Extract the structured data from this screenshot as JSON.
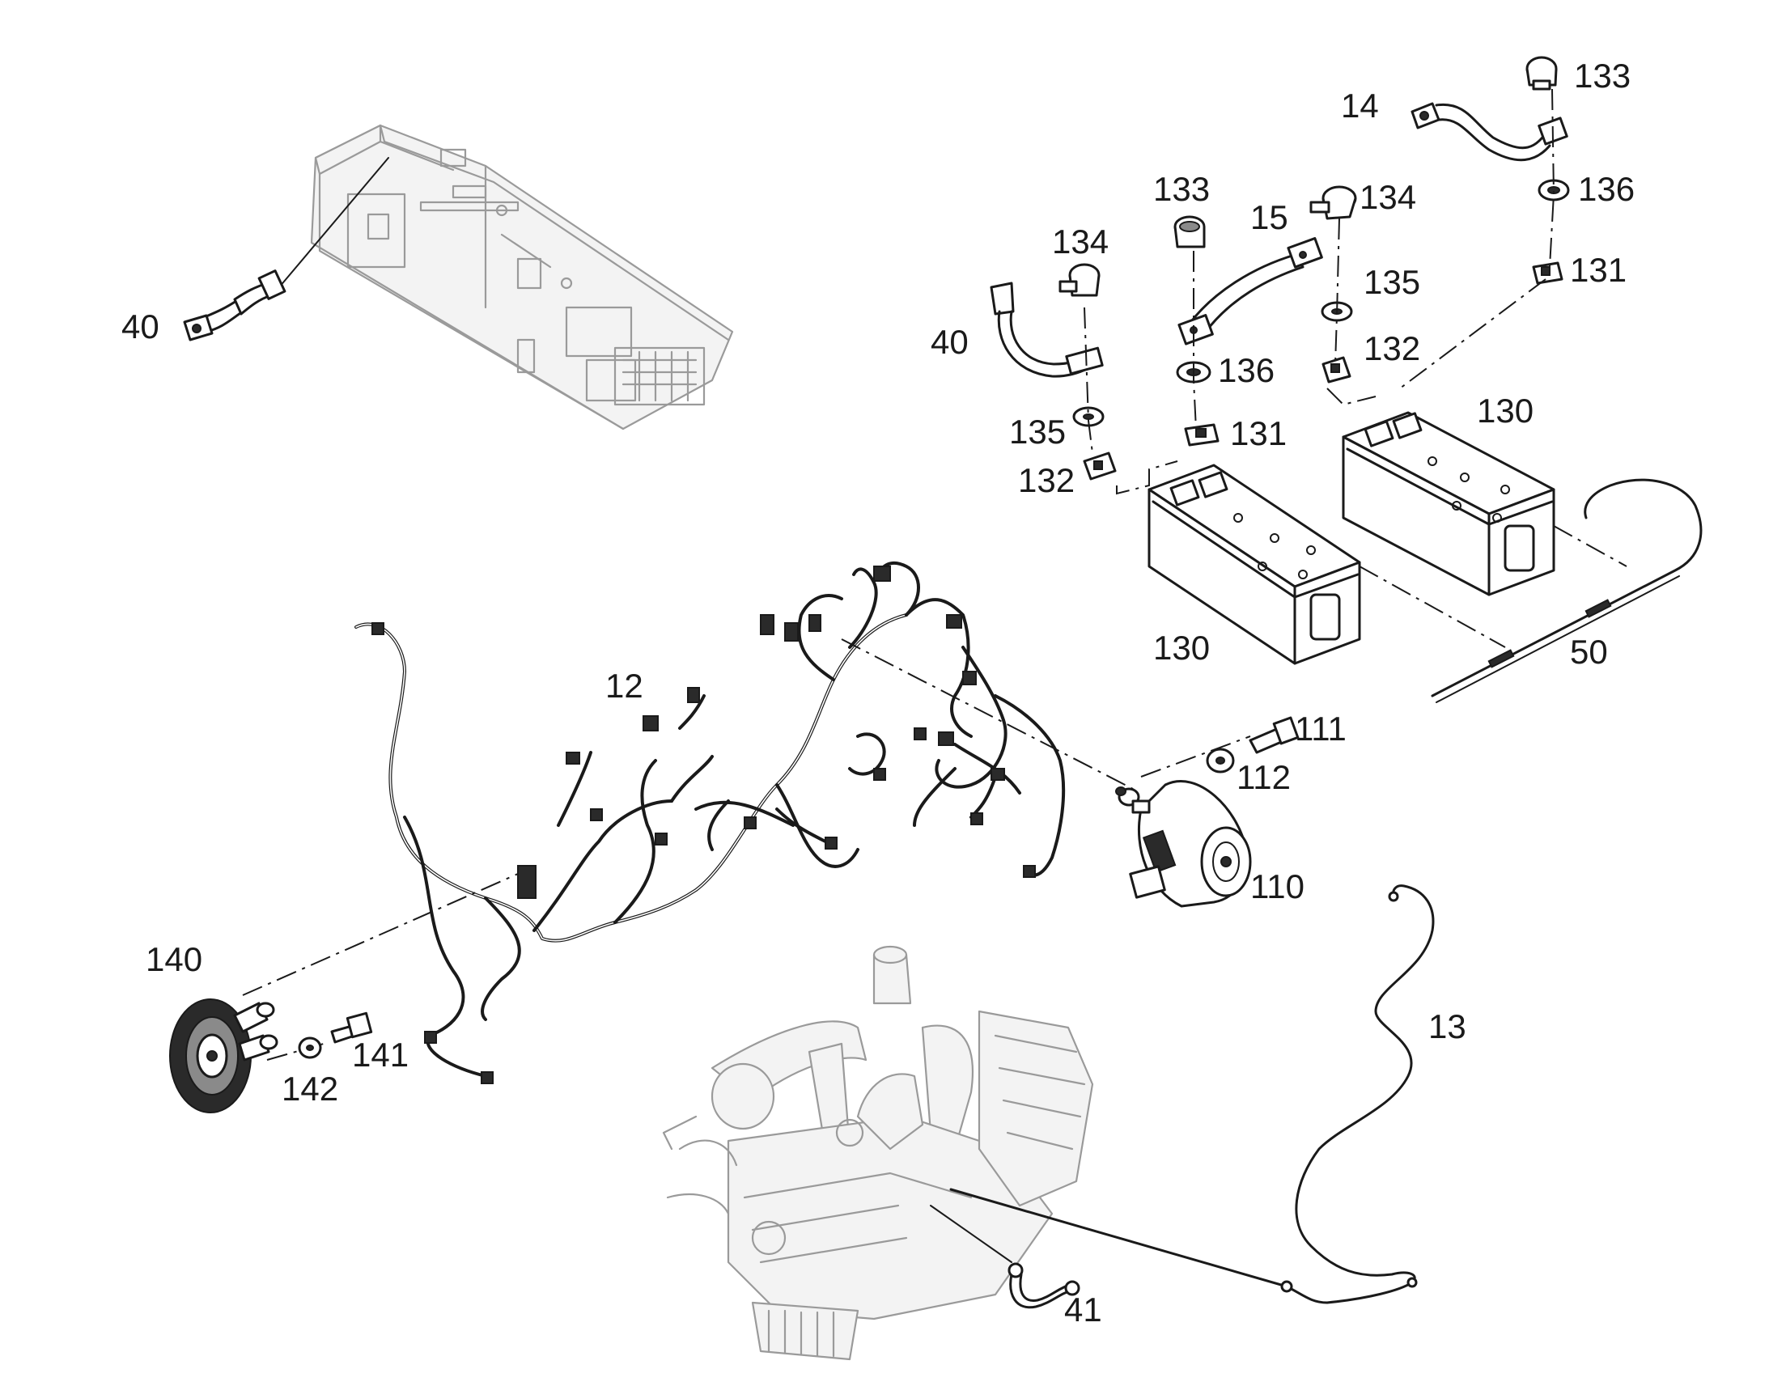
{
  "callouts": {
    "c40_left": "40",
    "c40_right": "40",
    "c14": "14",
    "c133_top": "133",
    "c133_mid": "133",
    "c15": "15",
    "c134_right": "134",
    "c134_left": "134",
    "c136_right": "136",
    "c136_mid": "136",
    "c135_right": "135",
    "c135_left": "135",
    "c131_right": "131",
    "c131_mid": "131",
    "c132_right": "132",
    "c132_left": "132",
    "c130_right": "130",
    "c130_left": "130",
    "c50": "50",
    "c12": "12",
    "c111": "111",
    "c112": "112",
    "c110": "110",
    "c140": "140",
    "c141": "141",
    "c142": "142",
    "c13": "13",
    "c41": "41"
  }
}
